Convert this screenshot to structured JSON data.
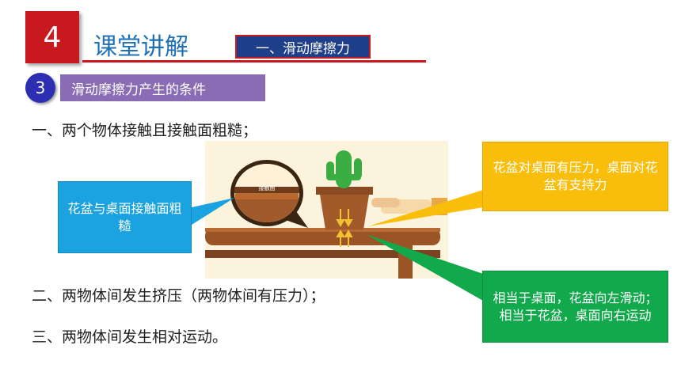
{
  "header": {
    "section_number": "4",
    "title": "课堂讲解",
    "tag": "一、滑动摩擦力"
  },
  "subsection": {
    "number": "3",
    "label": "滑动摩擦力产生的条件"
  },
  "conditions": [
    "一、两个物体接触且接触面粗糙；",
    "二、两物体间发生挤压（两物体间有压力）；",
    "三、两物体间发生相对运动。"
  ],
  "callouts": {
    "contact": "花盆与桌面接触面粗糙",
    "pressure": "花盆对桌面有压力，桌面对花盆有支持力",
    "motion": "相当于桌面，花盆向左滑动；相当于花盆，桌面向右运动"
  },
  "illustration": {
    "magnifier_label": "接触面"
  },
  "colors": {
    "accent_red": "#c8191f",
    "title_blue": "#1f6fb6",
    "tag_navy": "#1f3f8a",
    "purple": "#8a6cb4",
    "blue_callout": "#1aa3e0",
    "yellow_callout": "#f9be0b",
    "green_callout": "#11a94c"
  }
}
